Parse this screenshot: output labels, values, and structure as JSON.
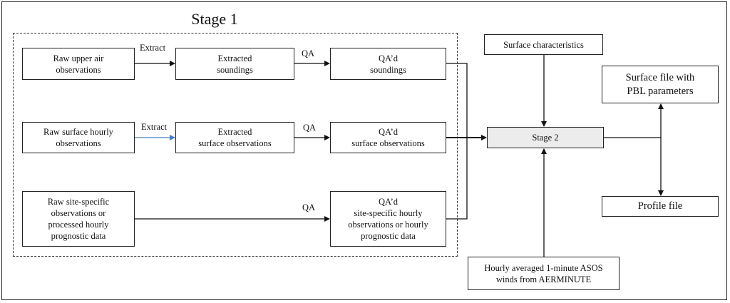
{
  "diagram": {
    "stage1_title": "Stage 1",
    "nodes": {
      "raw_upper_air": "Raw upper air\nobservations",
      "extracted_soundings": "Extracted\nsoundings",
      "qad_soundings": "QA’d\nsoundings",
      "raw_surface_hourly": "Raw  surface hourly\nobservations",
      "extracted_surface": "Extracted\nsurface observations",
      "qad_surface": "QA’d\nsurface observations",
      "raw_site_specific": "Raw site-specific\nobservations or\nprocessed hourly\nprognostic data",
      "qad_site_specific": "QA’d\nsite-specific hourly\nobservations or hourly\nprognostic data",
      "surface_characteristics": "Surface characteristics",
      "stage2": "Stage 2",
      "hourly_asos": "Hourly averaged 1-minute ASOS\nwinds from AERMINUTE",
      "surface_file": "Surface file with\nPBL parameters",
      "profile_file": "Profile  file"
    },
    "edge_labels": {
      "extract_1": "Extract",
      "qa_1": "QA",
      "extract_2": "Extract",
      "qa_2": "QA",
      "qa_3": "QA"
    },
    "colors": {
      "line": "#111111",
      "highlight_arrow": "#4a7cc0",
      "stage2_fill": "#ececec"
    }
  }
}
